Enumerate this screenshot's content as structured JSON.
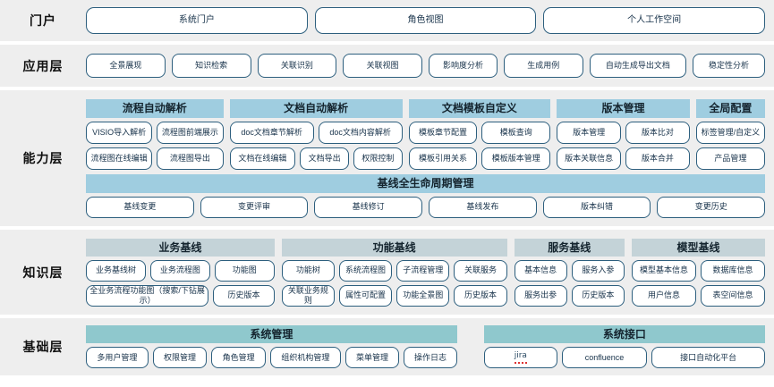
{
  "layers": [
    {
      "label": "门户",
      "items": [
        "系统门户",
        "角色视图",
        "个人工作空间"
      ]
    },
    {
      "label": "应用层",
      "items": [
        "全景展现",
        "知识检索",
        "关联识别",
        "关联视图",
        "影响度分析",
        "生成用例",
        "自动生成导出文档",
        "稳定性分析"
      ]
    },
    {
      "label": "能力层",
      "groups": [
        {
          "title": "流程自动解析",
          "rows": [
            [
              "VISIO导入解析",
              "流程图前端展示"
            ],
            [
              "流程图在线编辑",
              "流程图导出"
            ]
          ]
        },
        {
          "title": "文档自动解析",
          "rows": [
            [
              "doc文档章节解析",
              "doc文档内容解析"
            ],
            [
              "文档在线编辑",
              "文档导出",
              "权限控制"
            ]
          ]
        },
        {
          "title": "文档模板自定义",
          "rows": [
            [
              "模板章节配置",
              "模板查询"
            ],
            [
              "模板引用关系",
              "模板版本管理"
            ]
          ]
        },
        {
          "title": "版本管理",
          "rows": [
            [
              "版本管理",
              "版本比对"
            ],
            [
              "版本关联信息",
              "版本合并"
            ]
          ]
        },
        {
          "title": "全局配置",
          "rows": [
            [
              "标签管理/自定义"
            ],
            [
              "产品管理"
            ]
          ]
        }
      ],
      "lifecycle": {
        "title": "基线全生命周期管理",
        "items": [
          "基线变更",
          "变更评审",
          "基线修订",
          "基线发布",
          "版本纠错",
          "变更历史"
        ]
      }
    },
    {
      "label": "知识层",
      "groups": [
        {
          "title": "业务基线",
          "rows": [
            [
              "业务基线树",
              "业务流程图",
              "功能图"
            ],
            [
              "全业务流程功能图（搜索/下钻展示）",
              "历史版本"
            ]
          ]
        },
        {
          "title": "功能基线",
          "rows": [
            [
              "功能树",
              "系统流程图",
              "子流程管理",
              "关联服务"
            ],
            [
              "关联业务规则",
              "属性可配置",
              "功能全景图",
              "历史版本"
            ]
          ]
        },
        {
          "title": "服务基线",
          "rows": [
            [
              "基本信息",
              "服务入参"
            ],
            [
              "服务出参",
              "历史版本"
            ]
          ]
        },
        {
          "title": "模型基线",
          "rows": [
            [
              "模型基本信息",
              "数据库信息"
            ],
            [
              "用户信息",
              "表空间信息"
            ]
          ]
        }
      ]
    },
    {
      "label": "基础层",
      "groups": [
        {
          "title": "系统管理",
          "rows": [
            [
              "多用户管理",
              "权限管理",
              "角色管理",
              "组织机构管理",
              "菜单管理",
              "操作日志"
            ]
          ]
        },
        {
          "title": "系统接口",
          "rows": [
            [
              "jira",
              "confluence",
              "接口自动化平台"
            ]
          ]
        }
      ]
    }
  ],
  "colors": {
    "band_background": "#eeeeee",
    "capability_header": "#9fcde0",
    "knowledge_header": "#c4d3d8",
    "base_header": "#8fc8cd",
    "pill_border": "#2d5f7e",
    "text": "#17324a"
  }
}
